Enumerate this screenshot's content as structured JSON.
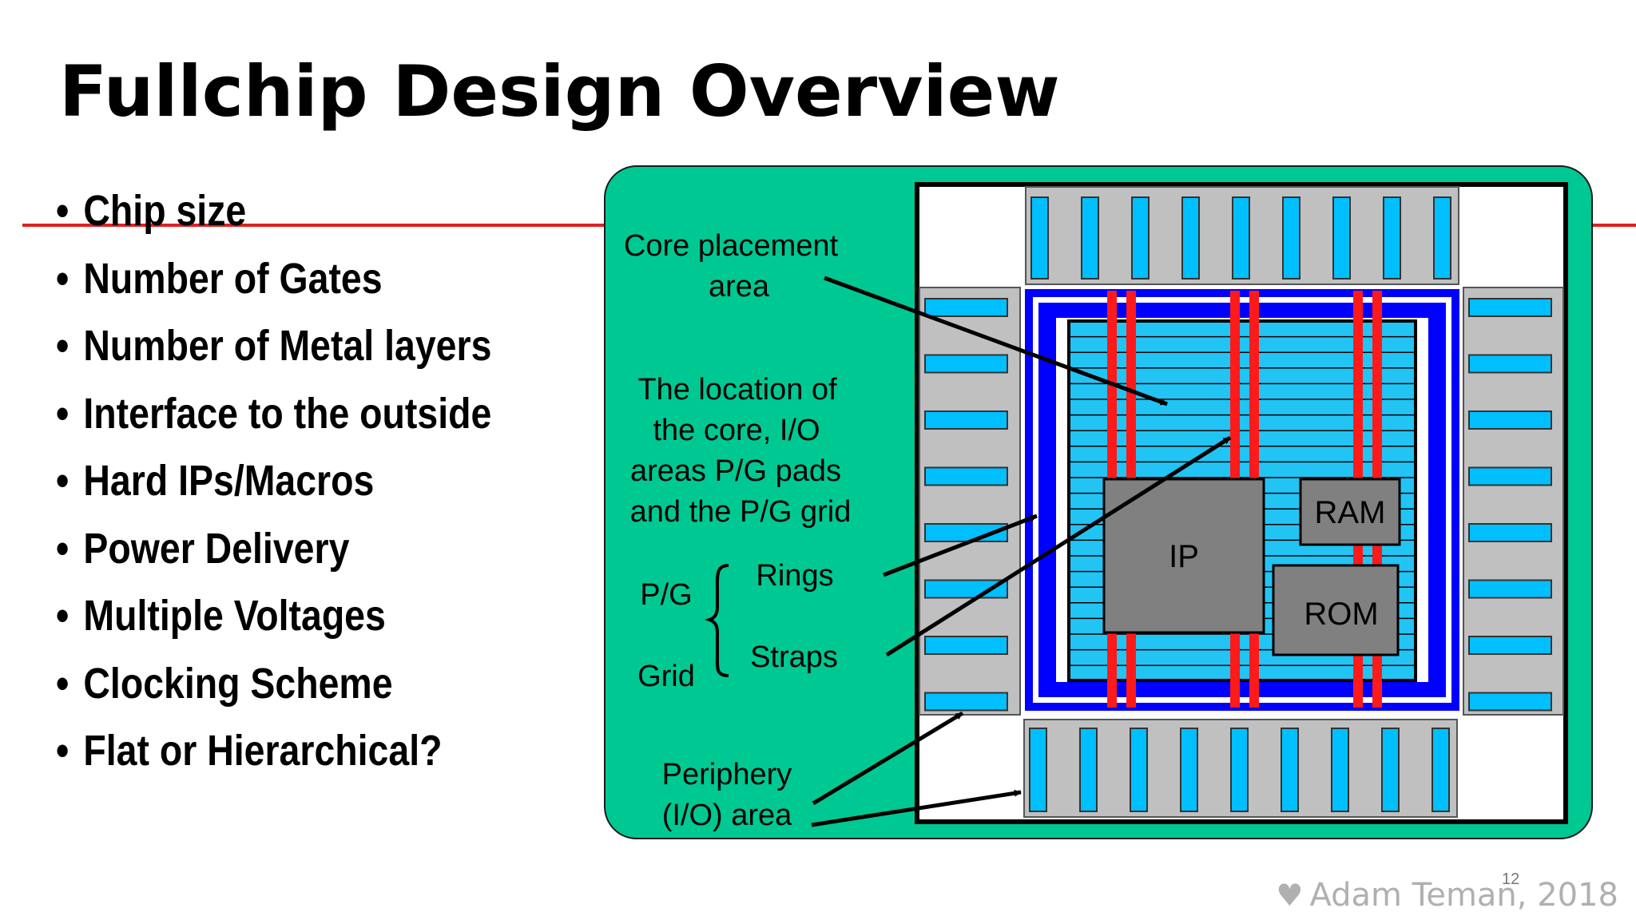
{
  "slide": {
    "title": "Fullchip Design Overview",
    "bullets": [
      "Chip size",
      "Number of Gates",
      "Number of Metal layers",
      "Interface to the outside",
      "Hard IPs/Macros",
      "Power Delivery",
      "Multiple Voltages",
      "Clocking Scheme",
      "Flat or Hierarchical?"
    ],
    "slide_number": "12",
    "footer": "Adam Teman, 2018"
  },
  "diagram": {
    "colors": {
      "panel": "#00c892",
      "io_pad": "#00bfff",
      "io_area": "#c0c0c0",
      "core": "#22c4f4",
      "ring": "#0000ff",
      "strap": "#ff1a1a",
      "macro": "#808080"
    },
    "labels": {
      "core_area_line1": "Core placement",
      "core_area_line2": "area",
      "location_line1": "The location of",
      "location_line2": "the core, I/O",
      "location_line3": "areas P/G pads",
      "location_line4": "and the P/G grid",
      "pg": "P/G",
      "grid": "Grid",
      "rings": "Rings",
      "straps": "Straps",
      "periphery_line1": "Periphery",
      "periphery_line2": "(I/O) area"
    },
    "macros": {
      "ip": "IP",
      "ram": "RAM",
      "rom": "ROM"
    }
  }
}
